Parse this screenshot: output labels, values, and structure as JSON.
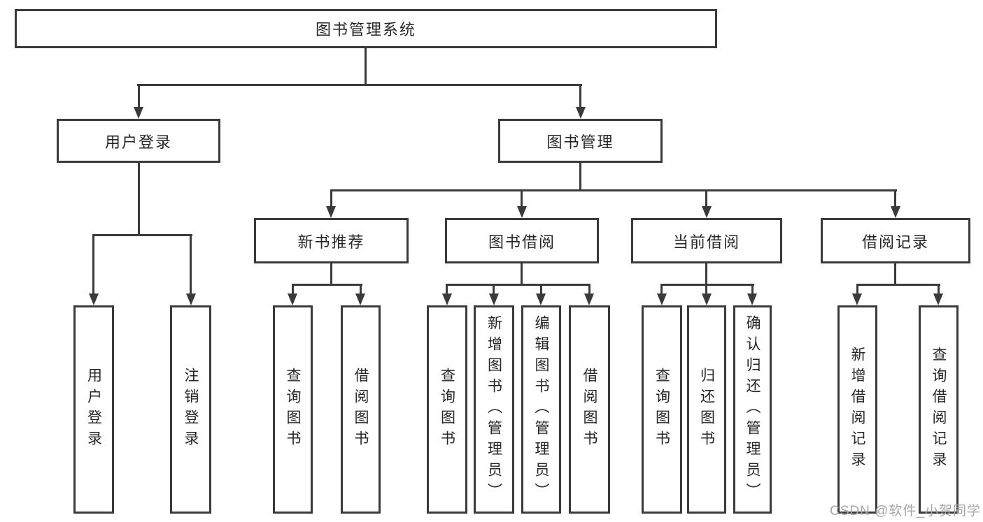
{
  "diagram": {
    "title_node": "图书管理系统",
    "root": {
      "label": "图书管理系统"
    },
    "branches": [
      {
        "label": "用户登录",
        "children": [
          {
            "label": "用户登录"
          },
          {
            "label": "注销登录"
          }
        ]
      },
      {
        "label": "图书管理",
        "children": [
          {
            "label": "新书推荐",
            "children": [
              {
                "label": "查询图书"
              },
              {
                "label": "借阅图书"
              }
            ]
          },
          {
            "label": "图书借阅",
            "children": [
              {
                "label": "查询图书"
              },
              {
                "label": "新增图书（管理员）"
              },
              {
                "label": "编辑图书（管理员）"
              },
              {
                "label": "借阅图书"
              }
            ]
          },
          {
            "label": "当前借阅",
            "children": [
              {
                "label": "查询图书"
              },
              {
                "label": "归还图书"
              },
              {
                "label": "确认归还（管理员）"
              }
            ]
          },
          {
            "label": "借阅记录",
            "children": [
              {
                "label": "新增借阅记录"
              },
              {
                "label": "查询借阅记录"
              }
            ]
          }
        ]
      }
    ]
  },
  "watermark": {
    "text": "CSDN @软件_小贺同学"
  },
  "colors": {
    "line": "#3a3a3a",
    "text": "#262626",
    "background": "#ffffff",
    "watermark": "#a6a6a6"
  }
}
